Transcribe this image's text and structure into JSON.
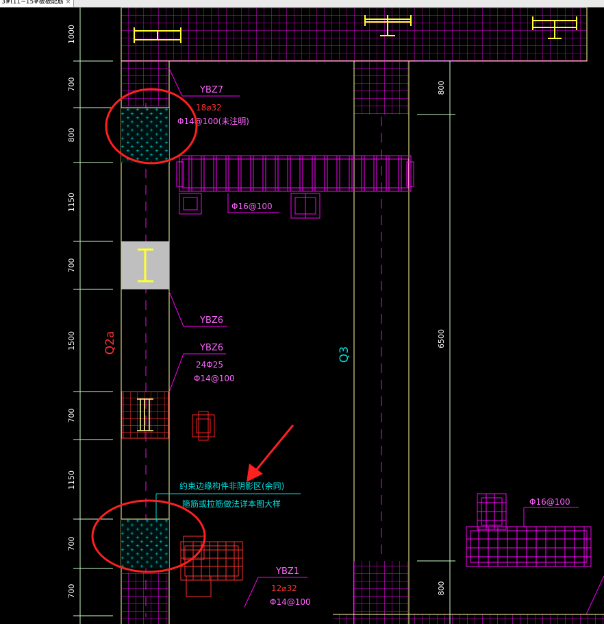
{
  "window": {
    "tab_title": "3#(11~15#板板配筋",
    "tab_close": "×"
  },
  "colors": {
    "background": "#000000",
    "rebar": "#ff00ff",
    "rebar_dark": "#c000c0",
    "wall": "#ffff99",
    "dimension": "#ffffff",
    "extension": "#ccffcc",
    "red_label": "#ff3333",
    "cyan": "#00e0e0",
    "steel": "#ffff33",
    "highlight_circle": "#ff2020",
    "hatch_gray": "#bfbfbf"
  },
  "drawing": {
    "dimensions_left": [
      "1000",
      "700",
      "800",
      "1150",
      "700",
      "1500",
      "700",
      "1150",
      "700",
      "700"
    ],
    "dimensions_right": [
      "800",
      "6500",
      "800"
    ],
    "wall_labels": {
      "q2a": "Q2a",
      "q3": "Q3"
    },
    "labels": {
      "ybz7": {
        "name": "YBZ7",
        "main_bar": "18⌀32",
        "stirrup": "Φ14@100(未注明)"
      },
      "ybz6_upper": {
        "name": "YBZ6"
      },
      "ybz6_lower": {
        "name": "YBZ6",
        "main_bar": "24Φ25",
        "stirrup": "Φ14@100"
      },
      "ybz1": {
        "name": "YBZ1",
        "main_bar": "12⌀32",
        "stirrup": "Φ14@100"
      },
      "beam_stirrup_upper": "Φ16@100",
      "beam_stirrup_right": "Φ16@100"
    },
    "note": {
      "line1": "约束边缘构件非阴影区(余同)",
      "line2": "箍筋或拉筋做法详本图大样"
    }
  }
}
